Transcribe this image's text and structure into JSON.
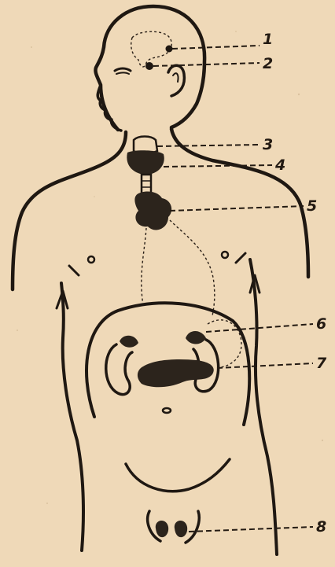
{
  "labels": [
    {
      "id": "1",
      "text": "1"
    },
    {
      "id": "2",
      "text": "2"
    },
    {
      "id": "3",
      "text": "3"
    },
    {
      "id": "4",
      "text": "4"
    },
    {
      "id": "5",
      "text": "5"
    },
    {
      "id": "6",
      "text": "6"
    },
    {
      "id": "7",
      "text": "7"
    },
    {
      "id": "8",
      "text": "8"
    }
  ],
  "colors": {
    "paper": "#efd9b8",
    "ink": "#1f1812",
    "gland_fill": "#2c241c"
  }
}
